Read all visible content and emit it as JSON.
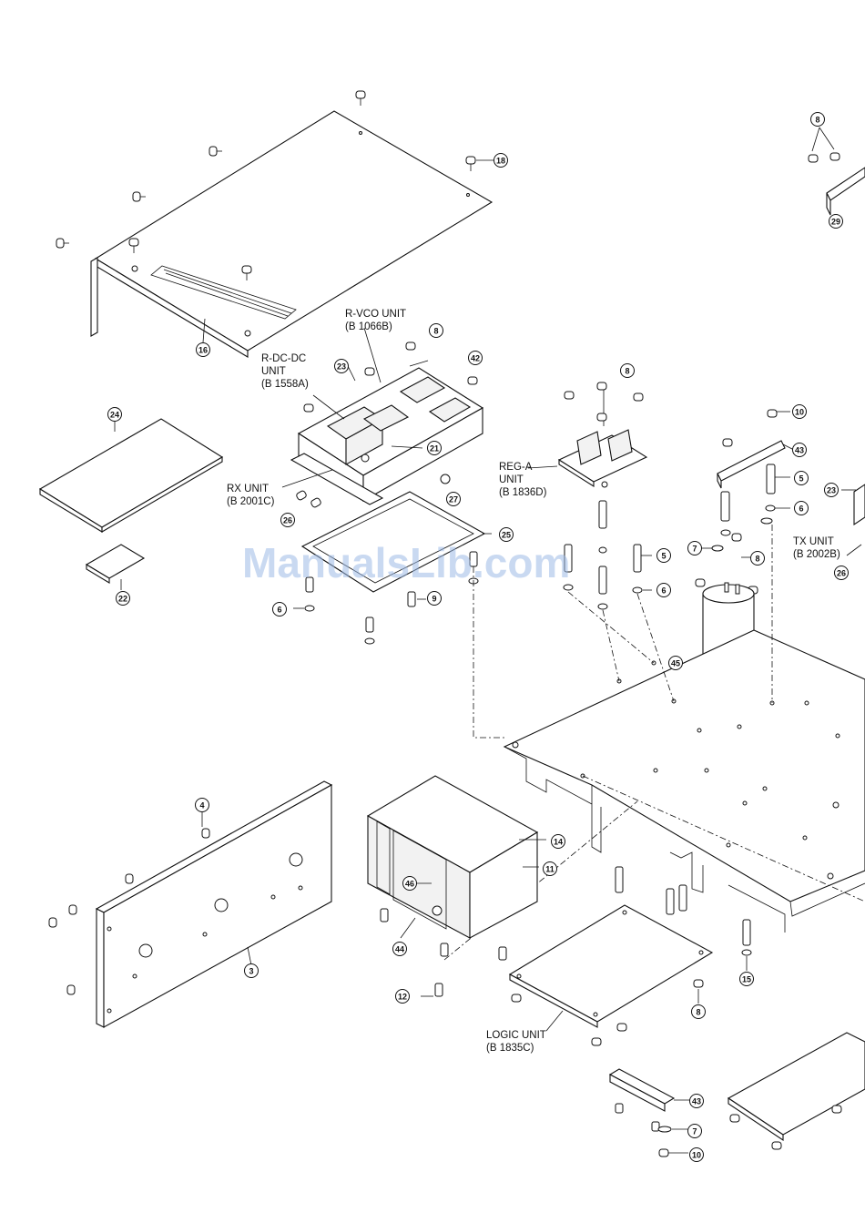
{
  "watermark": "ManualsLib.com",
  "unit_labels": [
    {
      "id": "r-vco",
      "lines": [
        "R-VCO UNIT",
        "(B  1066B)"
      ]
    },
    {
      "id": "r-dc-dc",
      "lines": [
        "R-DC-DC",
        "UNIT",
        "(B  1558A)"
      ]
    },
    {
      "id": "rx",
      "lines": [
        "RX UNIT",
        "(B  2001C)"
      ]
    },
    {
      "id": "reg-a",
      "lines": [
        "REG-A",
        "UNIT",
        "(B  1836D)"
      ]
    },
    {
      "id": "tx",
      "lines": [
        "TX UNIT",
        "(B  2002B)"
      ]
    },
    {
      "id": "logic",
      "lines": [
        "LOGIC UNIT",
        "(B  1835C)"
      ]
    }
  ],
  "callouts": [
    "18",
    "16",
    "8",
    "42",
    "23",
    "21",
    "27",
    "26",
    "25",
    "9",
    "6",
    "24",
    "22",
    "8",
    "10",
    "43",
    "5",
    "6",
    "23",
    "7",
    "8",
    "5",
    "6",
    "45",
    "26",
    "8",
    "29",
    "4",
    "3",
    "14",
    "11",
    "46",
    "44",
    "12",
    "15",
    "8",
    "43",
    "7",
    "10"
  ]
}
